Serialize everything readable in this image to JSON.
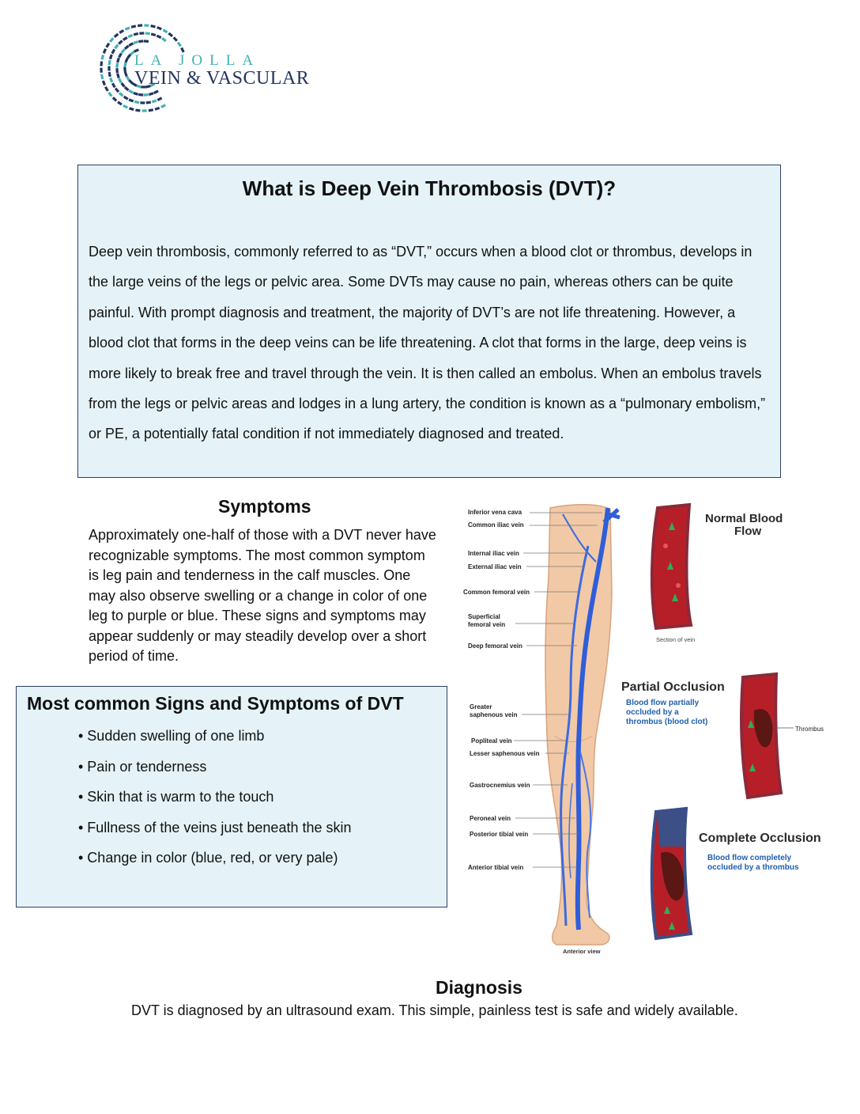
{
  "logo": {
    "line1": "LA JOLLA",
    "line2": "VEIN & VASCULAR",
    "accent_dark": "#24345f",
    "accent_teal": "#3fb3b0"
  },
  "intro": {
    "title": "What is Deep Vein Thrombosis (DVT)?",
    "body": "Deep vein thrombosis, commonly referred to as “DVT,” occurs when a blood clot or thrombus, develops in the large veins of the legs or pelvic area. Some DVTs may cause no pain, whereas others can be quite painful. With prompt diagnosis and treatment, the majority of DVT’s are not life threatening. However, a blood clot that forms in the deep veins can be life threatening. A clot that forms in the large, deep veins is more likely to break free and travel through the vein. It is then called an embolus. When an embolus travels from the legs or pelvic areas and lodges in a lung artery, the condition is known as a “pulmonary embolism,” or PE, a potentially fatal condition if not immediately diagnosed and treated."
  },
  "symptoms": {
    "title": "Symptoms",
    "body": "Approximately one-half of those with a DVT never have recognizable symptoms. The most common symptom is leg pain and tenderness in the calf muscles. One may also observe swelling or a change in color of one leg to purple or blue. These signs and symptoms may appear suddenly or may steadily develop over a short period of time."
  },
  "signs": {
    "title": "Most common Signs and Symptoms of DVT",
    "items": [
      "• Sudden swelling of one limb",
      "• Pain or tenderness",
      "• Skin that is warm to the touch",
      "• Fullness of the veins just beneath the skin",
      "• Change in color (blue, red, or very pale)"
    ]
  },
  "figure": {
    "vein_labels": [
      "Inferior vena cava",
      "Common iliac vein",
      "Internal iliac vein",
      "External iliac vein",
      "Common femoral vein",
      "Superficial",
      "femoral vein",
      "Deep femoral vein",
      "Greater",
      "saphenous vein",
      "Popliteal vein",
      "Lesser saphenous vein",
      "Gastrocnemius vein",
      "Peroneal vein",
      "Posterior tibial vein",
      "Anterior tibial vein"
    ],
    "anterior_view": "Anterior view",
    "normal_title_1": "Normal Blood",
    "normal_title_2": "Flow",
    "section_of_vein": "Section of vein",
    "partial_title": "Partial Occlusion",
    "partial_desc_1": "Blood flow  partially",
    "partial_desc_2": "occluded by a",
    "partial_desc_3": "thrombus (blood clot)",
    "thrombus_label": "Thrombus",
    "complete_title": "Complete Occlusion",
    "complete_desc_1": "Blood flow  completely",
    "complete_desc_2": "occluded by a thrombus",
    "vein_color": "#2f5ed8",
    "blood_color": "#c8202a",
    "caption_blue": "#1f5fb0"
  },
  "diagnosis": {
    "title": "Diagnosis",
    "body": "DVT is diagnosed by an ultrasound exam. This simple, painless test is safe and widely available."
  }
}
